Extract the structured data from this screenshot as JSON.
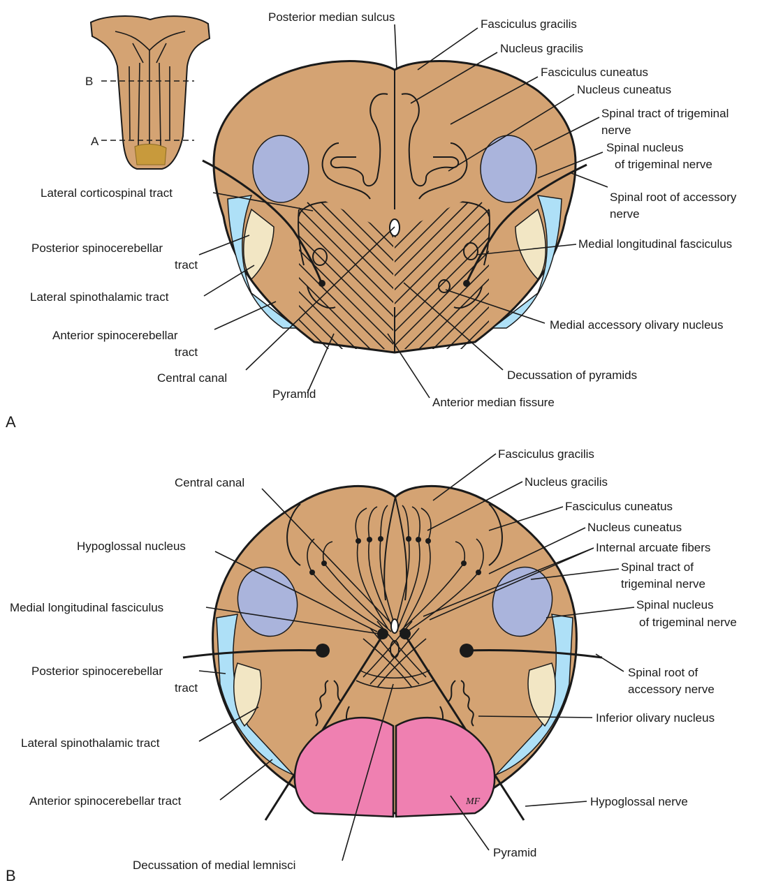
{
  "panelA": {
    "letter": "A",
    "inset": {
      "levelB": "B",
      "levelA": "A"
    },
    "labels": {
      "posterior_median_sulcus": "Posterior median sulcus",
      "fasciculus_gracilis": "Fasciculus gracilis",
      "nucleus_gracilis": "Nucleus gracilis",
      "fasciculus_cuneatus": "Fasciculus cuneatus",
      "nucleus_cuneatus": "Nucleus cuneatus",
      "spinal_tract_trig_1": "Spinal tract of trigeminal",
      "spinal_tract_trig_2": "nerve",
      "spinal_nucleus_trig_1": "Spinal nucleus",
      "spinal_nucleus_trig_2": "of trigeminal nerve",
      "spinal_root_acc_1": "Spinal root of accessory",
      "spinal_root_acc_2": "nerve",
      "mlf": "Medial longitudinal fasciculus",
      "medial_accessory_olivary": "Medial accessory olivary nucleus",
      "decussation_pyramids": "Decussation of pyramids",
      "anterior_median_fissure": "Anterior median fissure",
      "pyramid": "Pyramid",
      "central_canal": "Central canal",
      "anterior_spinocerebellar_1": "Anterior spinocerebellar",
      "anterior_spinocerebellar_2": "tract",
      "lateral_spinothalamic": "Lateral spinothalamic tract",
      "posterior_spinocerebellar_1": "Posterior spinocerebellar",
      "posterior_spinocerebellar_2": "tract",
      "lateral_corticospinal": "Lateral corticospinal tract"
    }
  },
  "panelB": {
    "letter": "B",
    "labels": {
      "fasciculus_gracilis": "Fasciculus gracilis",
      "nucleus_gracilis": "Nucleus gracilis",
      "fasciculus_cuneatus": "Fasciculus cuneatus",
      "nucleus_cuneatus": "Nucleus cuneatus",
      "internal_arcuate": "Internal arcuate fibers",
      "spinal_tract_trig_1": "Spinal tract of",
      "spinal_tract_trig_2": "trigeminal nerve",
      "spinal_nucleus_trig_1": "Spinal nucleus",
      "spinal_nucleus_trig_2": "of trigeminal nerve",
      "spinal_root_acc_1": "Spinal root of",
      "spinal_root_acc_2": "accessory nerve",
      "inferior_olivary": "Inferior olivary nucleus",
      "hypoglossal_nerve": "Hypoglossal nerve",
      "pyramid": "Pyramid",
      "decussation_medial_lemnisci": "Decussation of medial lemnisci",
      "anterior_spinocerebellar": "Anterior spinocerebellar tract",
      "lateral_spinothalamic": "Lateral spinothalamic tract",
      "posterior_spinocerebellar_1": "Posterior spinocerebellar",
      "posterior_spinocerebellar_2": "tract",
      "mlf": "Medial longitudinal fasciculus",
      "hypoglossal_nucleus": "Hypoglossal nucleus",
      "central_canal": "Central canal"
    },
    "signature": "MF"
  },
  "colors": {
    "tissue": "#d4a373",
    "trigeminal": "#aab4dc",
    "spinocerebellar": "#aee0f7",
    "spinothalamic": "#f2e6c4",
    "pyramid": "#ef80b1"
  }
}
